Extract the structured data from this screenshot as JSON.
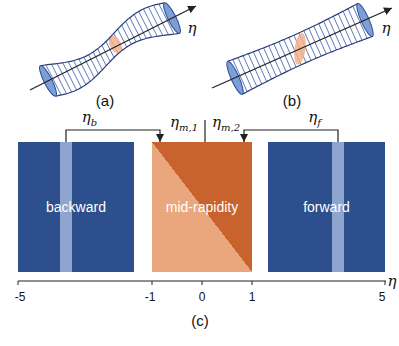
{
  "diagram": {
    "nodes": [
      {
        "text": [
          "backward"
        ]
      },
      {
        "text": [
          "mid-rapidity"
        ]
      },
      {
        "text": [
          "forward"
        ]
      }
    ],
    "edges": [
      {
        "from": 0,
        "to": 1,
        "label": "ηb",
        "arrow": "to"
      },
      {
        "from": 2,
        "to": 1,
        "label": "ηf",
        "arrow": "to"
      }
    ],
    "labels": [
      "(a)",
      "(b)",
      "(c)",
      "η",
      "η",
      "ηm,1",
      "ηm,2",
      "-5",
      "-1",
      "0",
      "1",
      "5",
      "η"
    ]
  }
}
